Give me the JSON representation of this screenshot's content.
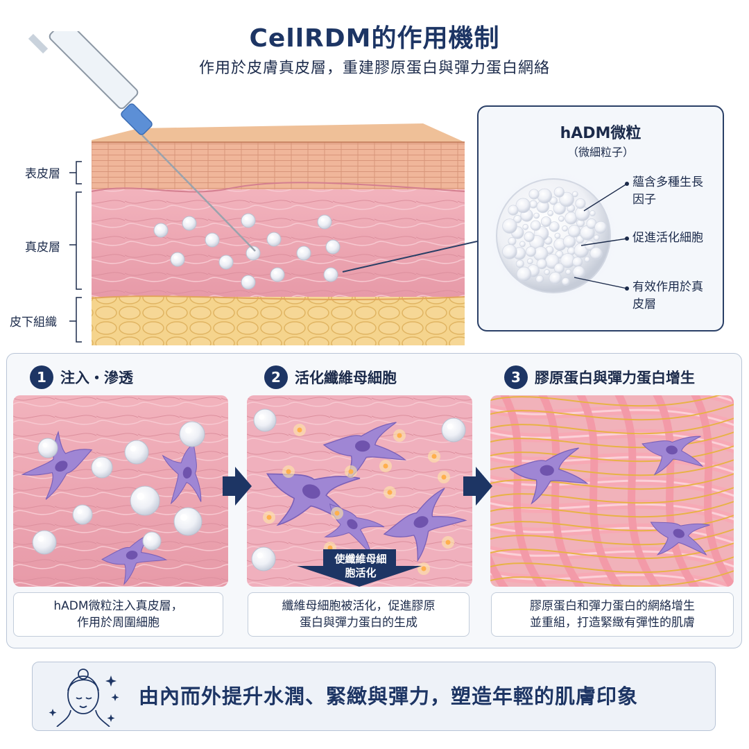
{
  "title": "CellRDM的作用機制",
  "subtitle": "作用於皮膚真皮層，重建膠原蛋白與彈力蛋白網絡",
  "layers": {
    "epidermis": "表皮層",
    "dermis": "真皮層",
    "subcutaneous": "皮下組織"
  },
  "zoom": {
    "title": "hADM微粒",
    "subtitle": "（微細粒子）",
    "points": [
      "蘊含多種生長\n因子",
      "促進活化細胞",
      "有效作用於真\n皮層"
    ]
  },
  "steps": [
    {
      "number": "1",
      "title": "注入・滲透",
      "caption": "hADM微粒注入真皮層，\n作用於周圍細胞"
    },
    {
      "number": "2",
      "title": "活化纖維母細胞",
      "caption": "纖維母細胞被活化，促進膠原\n蛋白與彈力蛋白的生成",
      "arrow_label": "使纖維母細\n胞活化"
    },
    {
      "number": "3",
      "title": "膠原蛋白與彈力蛋白增生",
      "caption": "膠原蛋白和彈力蛋白的網絡增生\n並重組，打造緊緻有彈性的肌膚"
    }
  ],
  "slogan": "由內而外提升水潤、緊緻與彈力，塑造年輕的肌膚印象",
  "colors": {
    "navy": "#1d3564",
    "skin_top": "#e9b48c",
    "dermis": "#eea7b3",
    "fat": "#f2cf86",
    "fibroblast": "#9c7fd0"
  }
}
